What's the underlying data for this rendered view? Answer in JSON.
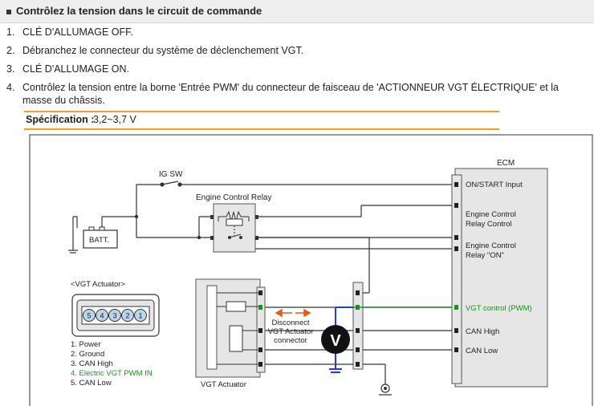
{
  "header": {
    "title": "Contrôlez la tension dans le circuit de commande"
  },
  "steps": [
    {
      "num": "1.",
      "text": "CLÉ D'ALLUMAGE OFF."
    },
    {
      "num": "2.",
      "text": "Débranchez le connecteur du système de déclenchement VGT."
    },
    {
      "num": "3.",
      "text": "CLÉ D'ALLUMAGE ON."
    },
    {
      "num": "4.",
      "text": "Contrôlez la tension entre la borne 'Entrée PWM' du connecteur de faisceau de 'ACTIONNEUR VGT ÉLECTRIQUE' et la masse du châssis."
    }
  ],
  "spec": {
    "label": "Spécification :",
    "value": "3,2~3,7 V"
  },
  "diagram": {
    "ig_sw": "IG SW",
    "batt": "BATT.",
    "relay_title": "Engine Control Relay",
    "ecm_title": "ECM",
    "ecm_pins": {
      "on_start": "ON/START Input",
      "relay_control_1": "Engine Control",
      "relay_control_2": "Relay Control",
      "relay_on_1": "Engine Control",
      "relay_on_2": "Relay \"ON\"",
      "vgt_control": "VGT control (PWM)",
      "can_high": "CAN High",
      "can_low": "CAN Low"
    },
    "actuator_header": "<VGT Actuator>",
    "connector_pins": [
      "5",
      "4",
      "3",
      "2",
      "1"
    ],
    "pin_legend": [
      "1. Power",
      "2. Ground",
      "3. CAN High",
      "4. Electric VGT PWM IN",
      "5. CAN Low"
    ],
    "highlight_color": "#1e8f1e",
    "wire_blue": "#1f3fcf",
    "arrow_color": "#e85a1a",
    "disconnect_1": "Disconnect",
    "disconnect_2": "VGT Actuator",
    "disconnect_3": "connector",
    "meter_symbol": "V",
    "actuator_label": "VGT Actuator"
  }
}
